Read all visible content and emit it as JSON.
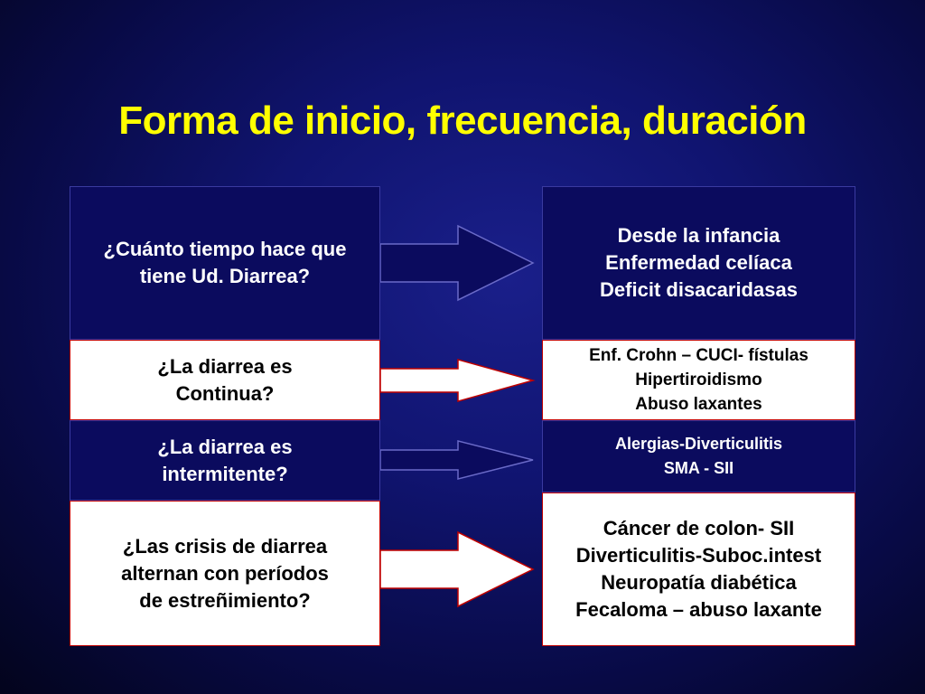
{
  "title": "Forma de inicio, frecuencia, duración",
  "questions": [
    {
      "text": "¿Cuánto tiempo hace que\ntiene Ud. Diarrea?"
    },
    {
      "text": "¿La diarrea es\nContinua?"
    },
    {
      "text": "¿La diarrea es\nintermitente?"
    },
    {
      "text": "¿Las crisis de diarrea\nalternan con períodos\nde estreñimiento?"
    }
  ],
  "answers": [
    {
      "text": "Desde la infancia\nEnfermedad celíaca\nDeficit disacaridasas"
    },
    {
      "text": "Enf. Crohn – CUCI- fístulas\nHipertiroidismo\nAbuso laxantes"
    },
    {
      "text": "Alergias-Diverticulitis\nSMA - SII"
    },
    {
      "text": "Cáncer de colon- SII\nDiverticulitis-Suboc.intest\nNeuropatía diabética\nFecaloma – abuso laxante"
    }
  ],
  "colors": {
    "title": "#ffff00",
    "dark_box": "#0b0b5e",
    "light_box": "#ffffff",
    "light_border": "#c00000"
  }
}
